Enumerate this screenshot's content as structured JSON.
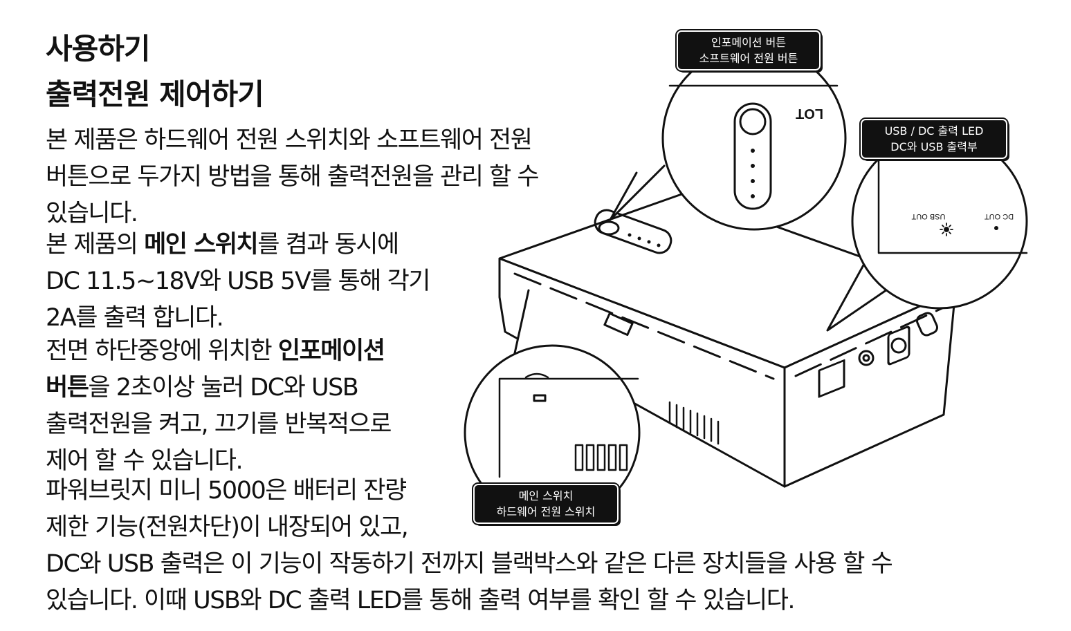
{
  "headings": {
    "line1": "사용하기",
    "line2": "출력전원 제어하기"
  },
  "paragraphs": {
    "p1": {
      "line1": "본 제품은 하드웨어 전원 스위치와 소프트웨어 전원",
      "line2": "버튼으로 두가지 방법을 통해 출력전원을 관리 할 수",
      "line3": "있습니다."
    },
    "p2": {
      "line1_pre": "본 제품의 ",
      "line1_bold": "메인 스위치",
      "line1_post": "를 켬과 동시에",
      "line2": "DC 11.5~18V와 USB 5V를 통해 각기",
      "line3": "2A를 출력 합니다."
    },
    "p3": {
      "line1_pre": "전면 하단중앙에 위치한 ",
      "line1_bold": "인포메이션",
      "line2_bold": "버튼",
      "line2_post": "을 2초이상 눌러 DC와 USB",
      "line3": "출력전원을 켜고, 끄기를 반복적으로",
      "line4": "제어 할 수 있습니다."
    },
    "p4": {
      "line1": "파워브릿지 미니 5000은 배터리 잔량",
      "line2": "제한 기능(전원차단)이 내장되어 있고,",
      "line3": "DC와 USB 출력은 이 기능이 작동하기 전까지 블랙박스와 같은 다른 장치들을 사용 할 수",
      "line4": "있습니다. 이때 USB와 DC 출력 LED를 통해 출력 여부를 확인 할 수 있습니다."
    }
  },
  "callouts": {
    "info_button": {
      "line1": "인포메이션 버튼",
      "line2": "소프트웨어 전원 버튼"
    },
    "led": {
      "line1": "USB / DC 출력 LED",
      "line2": "DC와 USB 출력부"
    },
    "main_switch": {
      "line1": "메인 스위치",
      "line2": "하드웨어 전원 스위치"
    }
  },
  "device_markings": {
    "brand_fragment": "LOT",
    "usb_out": "USB OUT",
    "dc_out": "DC OUT"
  }
}
